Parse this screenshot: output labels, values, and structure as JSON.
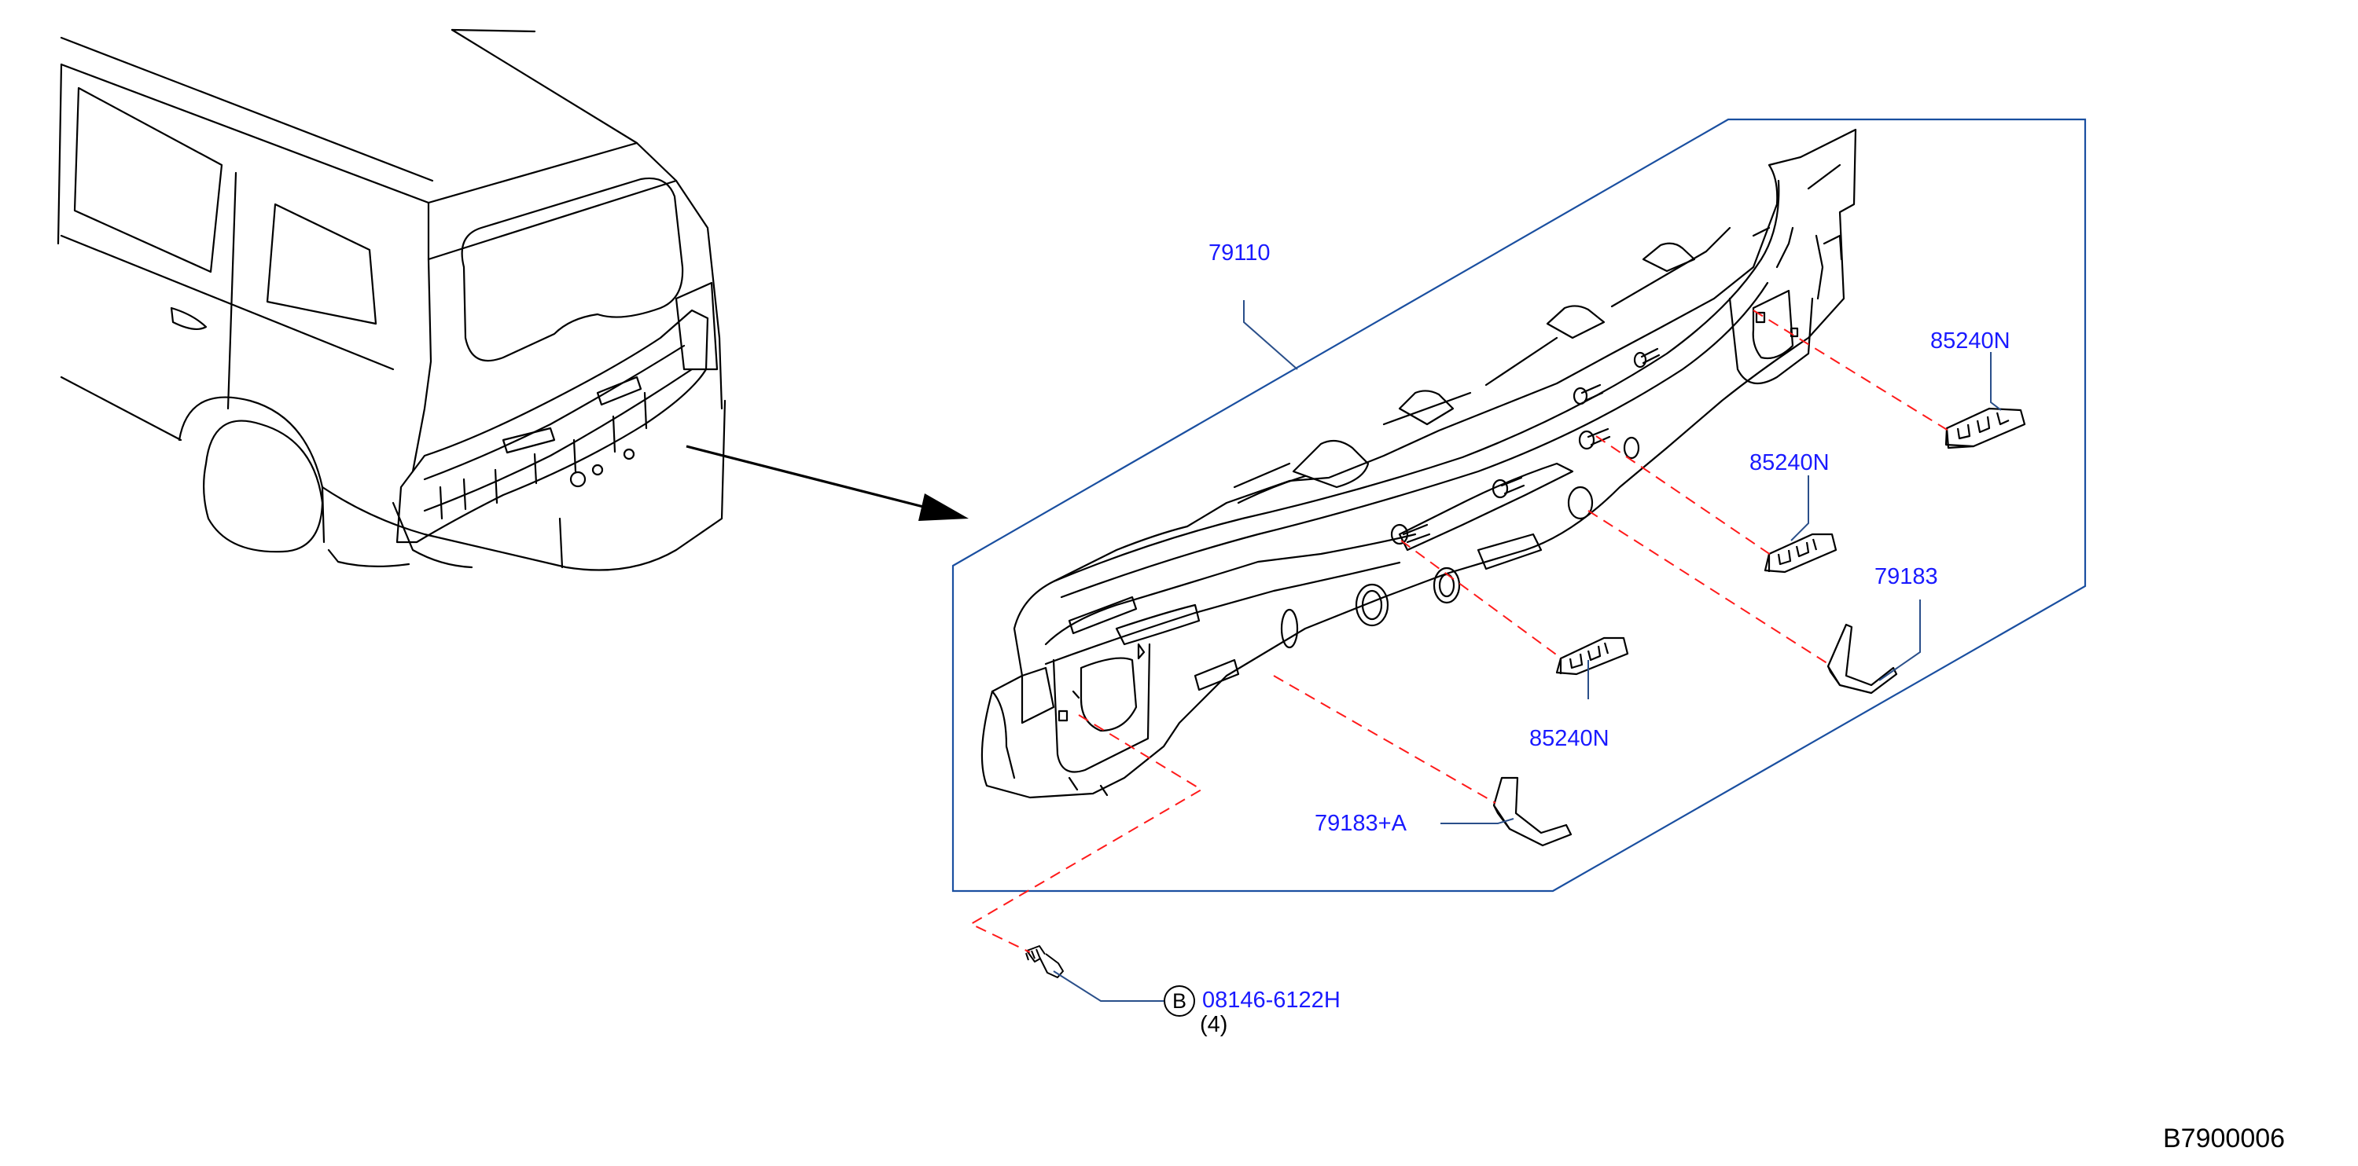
{
  "diagram": {
    "code": "B7900006",
    "colors": {
      "part_number": "#1a1aff",
      "outline": "#000000",
      "frame": "#1a4fa0",
      "leader": "#2a4f8a",
      "explode_line": "#ff1a1a"
    },
    "callouts": [
      {
        "id": "main-panel",
        "part_number": "79110",
        "color": "#1a1aff"
      },
      {
        "id": "clip-upper-right",
        "part_number": "85240N",
        "color": "#1a1aff"
      },
      {
        "id": "clip-middle",
        "part_number": "85240N",
        "color": "#1a1aff"
      },
      {
        "id": "clip-lower",
        "part_number": "85240N",
        "color": "#1a1aff"
      },
      {
        "id": "bracket-right",
        "part_number": "79183",
        "color": "#1a1aff"
      },
      {
        "id": "bracket-left",
        "part_number": "79183+A",
        "color": "#1a1aff"
      },
      {
        "id": "bolt",
        "part_number": "08146-6122H",
        "color": "#1a1aff",
        "symbol": "B",
        "quantity": "(4)"
      }
    ]
  }
}
